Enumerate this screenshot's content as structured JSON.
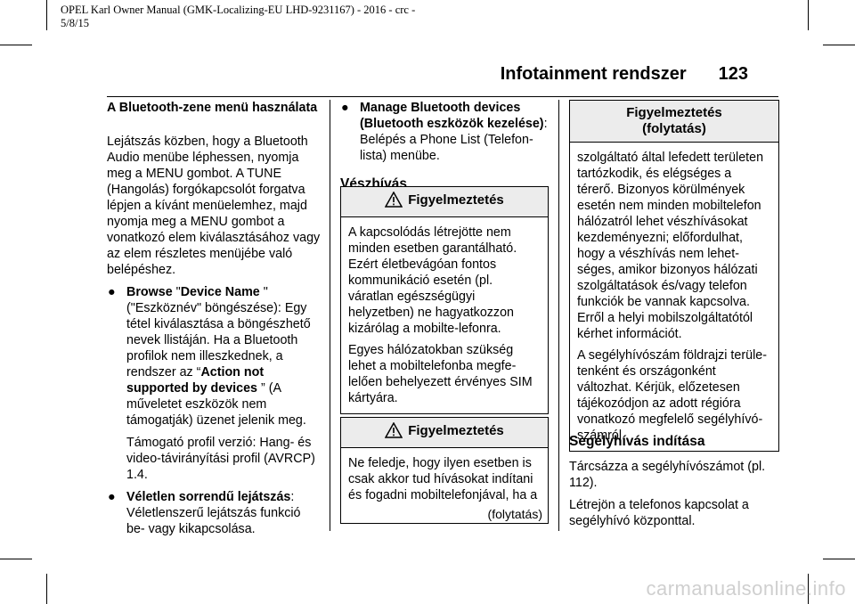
{
  "print_header": {
    "line1": "OPEL Karl Owner Manual (GMK-Localizing-EU LHD-9231167) - 2016 - crc -",
    "line2": "5/8/15"
  },
  "page": {
    "section_title": "Infotainment rendszer",
    "page_number": "123"
  },
  "col1": {
    "heading": "A Bluetooth-zene menü használata",
    "intro": "Lejátszás közben, hogy a Bluetooth Audio menübe léphessen, nyomja meg a MENU gombot. A TUNE (Hangolás) forgókapcsolót forgatva lépjen a kívánt menüelemhez, majd nyomja meg a MENU gombot a vonatkozó elem kiválasztásához vagy az elem részletes menüjébe való belépéshez.",
    "bullet1": {
      "b1": "Browse",
      "t1": " \"",
      "b2": "Device Name",
      "t2": " \" (\"Eszköznév\" böngészése): Egy tétel kiválasztása a böngészhető nevek llistáján. Ha a Bluetooth profilok nem illeszkednek, a rendszer az “",
      "b3": "Action not supported by devices",
      "t3": " ” (A műveletet eszközök nem támogatják) üzenet jelenik meg."
    },
    "bullet1_sub": "Támogató profil verzió: Hang- és video-távirányítási profil (AVRCP) 1.4.",
    "bullet2": {
      "b1": "Véletlen sorrendű lejátszás",
      "t1": ": Véletlenszerű lejátszás funkció be- vagy kikapcsolása."
    }
  },
  "col2": {
    "bullet": {
      "b1": "Manage Bluetooth devices (Bluetooth eszközök kezelése)",
      "t1": ": Belépés a Phone List (Telefon-lista) menübe."
    },
    "subheading": "Vészhívás",
    "warning1": {
      "title": "Figyelmeztetés",
      "p1": "A kapcsolódás létrejötte nem minden esetben garantálható. Ezért életbevágóan fontos kommunikáció esetén (pl. váratlan egészségügyi helyzetben) ne hagyatkozzon kizárólag a mobilte-lefonra.",
      "p2": "Egyes hálózatokban szükség lehet a mobiltelefonba megfe-lelően behelyezett érvényes SIM kártyára."
    },
    "warning2": {
      "title": "Figyelmeztetés",
      "p1": "Ne feledje, hogy ilyen esetben is csak akkor tud hívásokat indítani és fogadni mobiltelefonjával, ha a",
      "continued": "(folytatás)"
    }
  },
  "col3": {
    "warning_cont": {
      "title_line1": "Figyelmeztetés",
      "title_line2": "(folytatás)",
      "p1": "szolgáltató által lefedett területen tartózkodik, és elégséges a térerő. Bizonyos körülmények esetén nem minden mobiltelefon hálózatról lehet vészhívásokat kezdeményezni; előfordulhat, hogy a vészhívás nem lehet-séges, amikor bizonyos hálózati szolgáltatások és/vagy telefon funkciók be vannak kapcsolva. Erről a helyi mobilszolgáltatótól kérhet információt.",
      "p2": "A segélyhívószám földrajzi terüle-tenként és országonként változhat. Kérjük, előzetesen tájékozódjon az adott régióra vonatkozó megfelelő segélyhívó-számról."
    },
    "subheading": "Segélyhívás indítása",
    "p1": "Tárcsázza a segélyhívószámot (pl. 112).",
    "p2": "Létrejön a telefonos kapcsolat a segélyhívó központtal."
  },
  "watermark": "carmanualsonline.info"
}
